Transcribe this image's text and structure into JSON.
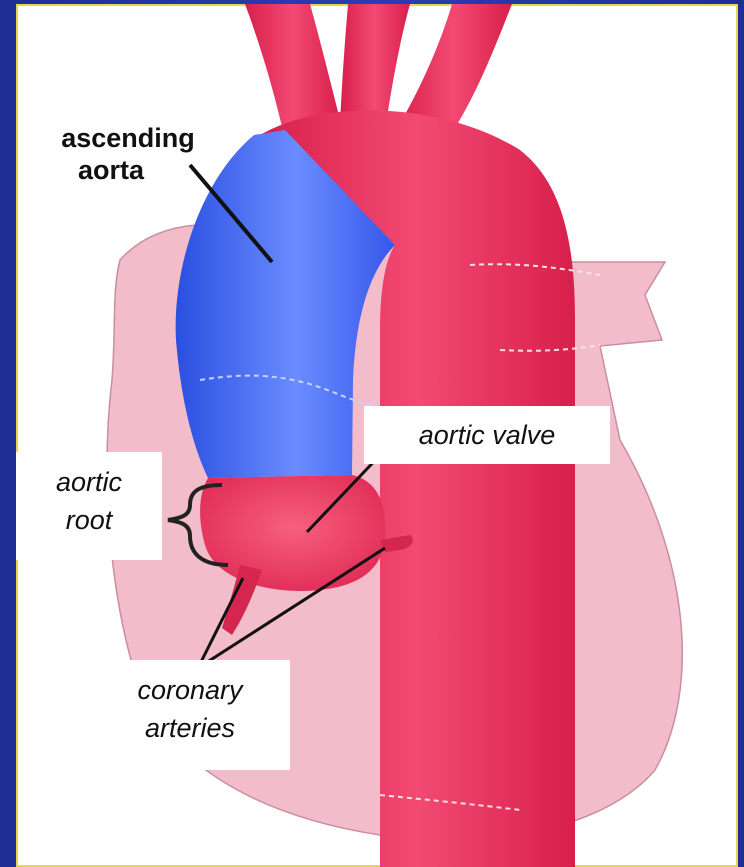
{
  "labels": {
    "ascending_aorta_line1": "ascending",
    "ascending_aorta_line2": "aorta",
    "aortic_valve": "aortic valve",
    "aortic_root_line1": "aortic",
    "aortic_root_line2": "root",
    "coronary_line1": "coronary",
    "coronary_line2": "arteries"
  },
  "colors": {
    "aorta": "#e8305a",
    "ascending_highlight": "#3d66f0",
    "heart_background": "#f2bccb",
    "frame": "#1f2e95",
    "panel_border": "#e8d64a"
  }
}
